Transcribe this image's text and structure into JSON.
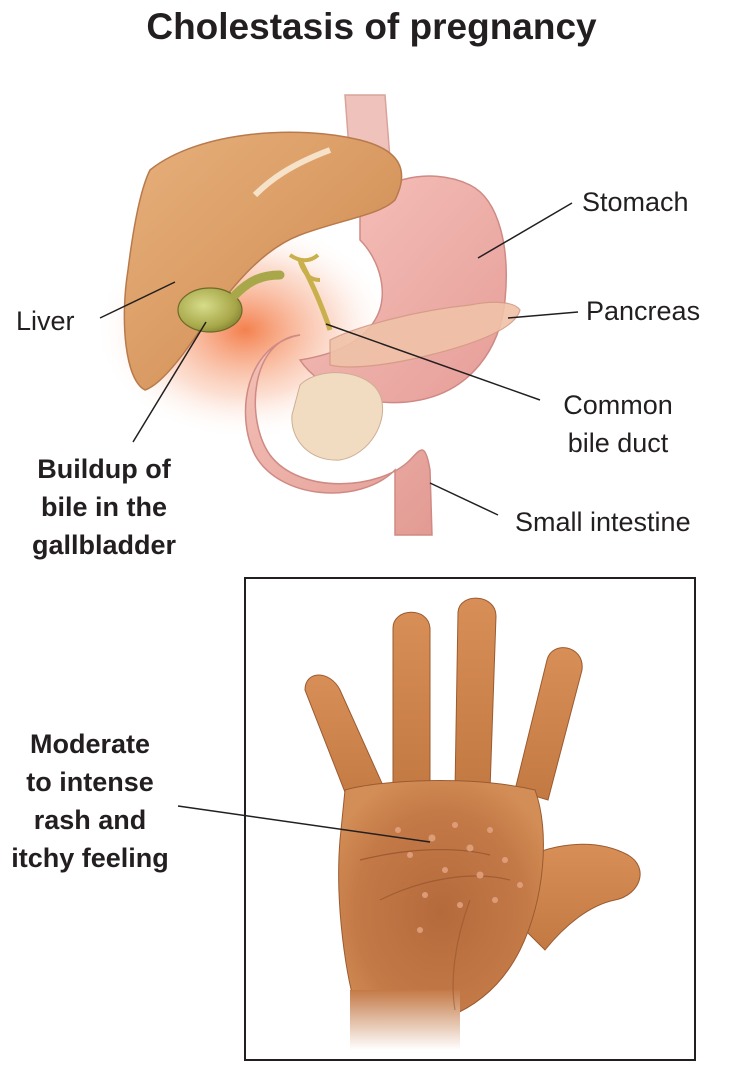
{
  "title": "Cholestasis of pregnancy",
  "labels": {
    "stomach": "Stomach",
    "liver": "Liver",
    "pancreas": "Pancreas",
    "common_bile_duct": [
      "Common",
      "bile duct"
    ],
    "gallbladder_buildup": [
      "Buildup of",
      "bile in the",
      "gallbladder"
    ],
    "small_intestine": "Small intestine",
    "rash": [
      "Moderate",
      "to intense",
      "rash and",
      "itchy feeling"
    ]
  }
}
